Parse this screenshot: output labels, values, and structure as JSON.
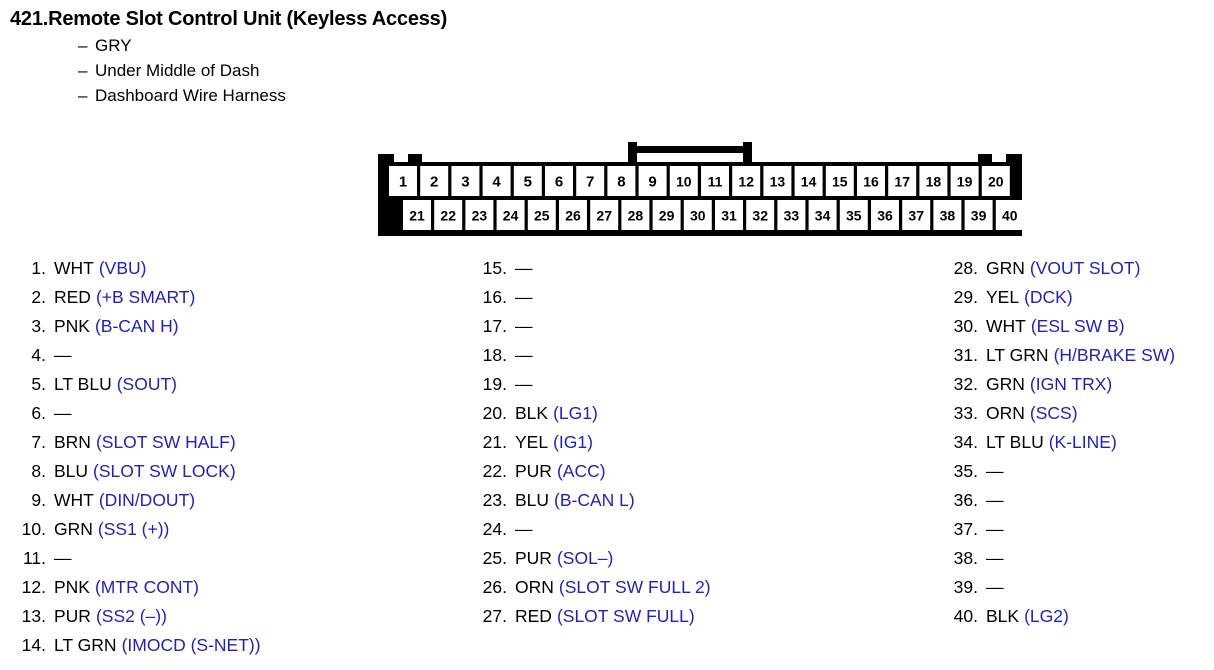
{
  "header": {
    "section_number": "421.",
    "title": "Remote Slot Control Unit (Keyless Access)",
    "dash": "–",
    "details": [
      "GRY",
      "Under Middle of Dash",
      "Dashboard Wire Harness"
    ]
  },
  "connector": {
    "top_row_pins": [
      "1",
      "2",
      "3",
      "4",
      "5",
      "6",
      "7",
      "8",
      "9",
      "10",
      "11",
      "12",
      "13",
      "14",
      "15",
      "16",
      "17",
      "18",
      "19",
      "20"
    ],
    "bottom_row_pins": [
      "21",
      "22",
      "23",
      "24",
      "25",
      "26",
      "27",
      "28",
      "29",
      "30",
      "31",
      "32",
      "33",
      "34",
      "35",
      "36",
      "37",
      "38",
      "39",
      "40"
    ],
    "body_color": "#000000",
    "cell_color": "#ffffff"
  },
  "colors": {
    "signal_blue": "#2222bb",
    "text_black": "#000000"
  },
  "pin_columns": [
    {
      "id": "column-1",
      "rows": [
        {
          "index": "1.",
          "color": "WHT",
          "signal": "(VBU)"
        },
        {
          "index": "2.",
          "color": "RED",
          "signal": "(+B SMART)"
        },
        {
          "index": "3.",
          "color": "PNK",
          "signal": "(B-CAN H)"
        },
        {
          "index": "4.",
          "color": "—",
          "signal": ""
        },
        {
          "index": "5.",
          "color": "LT BLU",
          "signal": "(SOUT)"
        },
        {
          "index": "6.",
          "color": "—",
          "signal": ""
        },
        {
          "index": "7.",
          "color": "BRN",
          "signal": "(SLOT SW HALF)"
        },
        {
          "index": "8.",
          "color": "BLU",
          "signal": "(SLOT SW LOCK)"
        },
        {
          "index": "9.",
          "color": "WHT",
          "signal": "(DIN/DOUT)"
        },
        {
          "index": "10.",
          "color": "GRN",
          "signal": "(SS1 (+))"
        },
        {
          "index": "11.",
          "color": "—",
          "signal": ""
        },
        {
          "index": "12.",
          "color": "PNK",
          "signal": "(MTR CONT)"
        },
        {
          "index": "13.",
          "color": "PUR",
          "signal": "(SS2 (–))"
        },
        {
          "index": "14.",
          "color": "LT GRN",
          "signal": "(IMOCD (S-NET))"
        }
      ]
    },
    {
      "id": "column-2",
      "rows": [
        {
          "index": "15.",
          "color": "—",
          "signal": ""
        },
        {
          "index": "16.",
          "color": "—",
          "signal": ""
        },
        {
          "index": "17.",
          "color": "—",
          "signal": ""
        },
        {
          "index": "18.",
          "color": "—",
          "signal": ""
        },
        {
          "index": "19.",
          "color": "—",
          "signal": ""
        },
        {
          "index": "20.",
          "color": "BLK",
          "signal": "(LG1)"
        },
        {
          "index": "21.",
          "color": "YEL",
          "signal": "(IG1)"
        },
        {
          "index": "22.",
          "color": "PUR",
          "signal": "(ACC)"
        },
        {
          "index": "23.",
          "color": "BLU",
          "signal": "(B-CAN L)"
        },
        {
          "index": "24.",
          "color": "—",
          "signal": ""
        },
        {
          "index": "25.",
          "color": "PUR",
          "signal": "(SOL–)"
        },
        {
          "index": "26.",
          "color": "ORN",
          "signal": "(SLOT SW FULL 2)"
        },
        {
          "index": "27.",
          "color": "RED",
          "signal": "(SLOT SW FULL)"
        }
      ]
    },
    {
      "id": "column-3",
      "rows": [
        {
          "index": "28.",
          "color": "GRN",
          "signal": "(VOUT SLOT)"
        },
        {
          "index": "29.",
          "color": "YEL",
          "signal": "(DCK)"
        },
        {
          "index": "30.",
          "color": "WHT",
          "signal": "(ESL SW B)"
        },
        {
          "index": "31.",
          "color": "LT GRN",
          "signal": "(H/BRAKE SW)"
        },
        {
          "index": "32.",
          "color": "GRN",
          "signal": "(IGN TRX)"
        },
        {
          "index": "33.",
          "color": "ORN",
          "signal": "(SCS)"
        },
        {
          "index": "34.",
          "color": "LT BLU",
          "signal": "(K-LINE)"
        },
        {
          "index": "35.",
          "color": "—",
          "signal": ""
        },
        {
          "index": "36.",
          "color": "—",
          "signal": ""
        },
        {
          "index": "37.",
          "color": "—",
          "signal": ""
        },
        {
          "index": "38.",
          "color": "—",
          "signal": ""
        },
        {
          "index": "39.",
          "color": "—",
          "signal": ""
        },
        {
          "index": "40.",
          "color": "BLK",
          "signal": "(LG2)"
        }
      ]
    }
  ]
}
